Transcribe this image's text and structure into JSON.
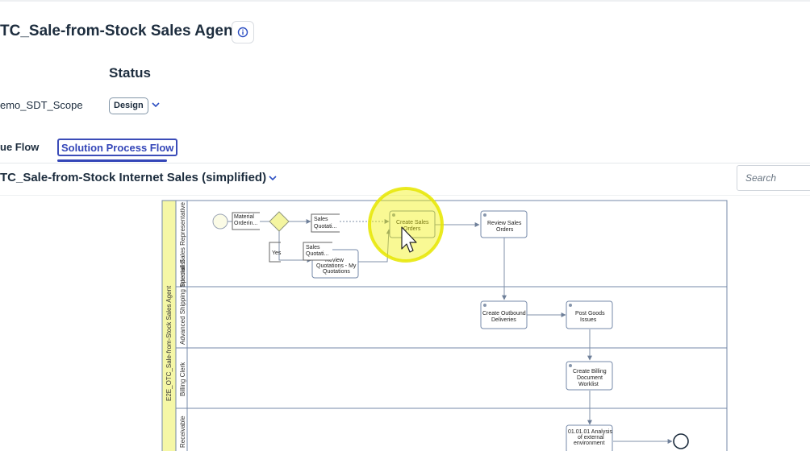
{
  "header": {
    "title": "TC_Sale-from-Stock Sales Agent",
    "status_label": "Status",
    "scope_value": "emo_SDT_Scope",
    "status_value": "Design"
  },
  "tabs": [
    {
      "label": "ue Flow"
    },
    {
      "label": "Solution Process Flow"
    }
  ],
  "flow": {
    "selected": "TC_Sale-from-Stock Internet Sales (simplified)"
  },
  "search": {
    "placeholder": "Search"
  },
  "diagram": {
    "pool_label": "E2E_OTC_Sale-from-Stock Sales Agent",
    "lanes": [
      {
        "label": "Internal Sales Representative"
      },
      {
        "label": "Advanced Shipping Specialist"
      },
      {
        "label": "Billing Clerk"
      },
      {
        "label": "Receivable"
      }
    ],
    "tasks": {
      "material_ordering": [
        "Material",
        "Orderin..."
      ],
      "sales_quotation_1": [
        "Sales",
        "Quotati..."
      ],
      "sales_quotation_2": [
        "Sales",
        "Quotati..."
      ],
      "yes_label": "Yes",
      "review_quotations": [
        "Review",
        "Quotations - My",
        "Quotations"
      ],
      "create_sales_orders": [
        "Create Sales",
        "Orders"
      ],
      "review_sales_orders": [
        "Review Sales",
        "Orders"
      ],
      "create_outbound": [
        "Create Outbound",
        "Deliveries"
      ],
      "post_goods_issues": [
        "Post Goods",
        "Issues"
      ],
      "create_billing": [
        "Create Billing",
        "Document",
        "Worklist"
      ],
      "analysis": [
        "01.01.01 Analysis",
        "of external",
        "environment"
      ]
    }
  },
  "colors": {
    "accent": "#3446b8",
    "pool_band": "#f5f7a6",
    "highlight": "#f0f000"
  }
}
